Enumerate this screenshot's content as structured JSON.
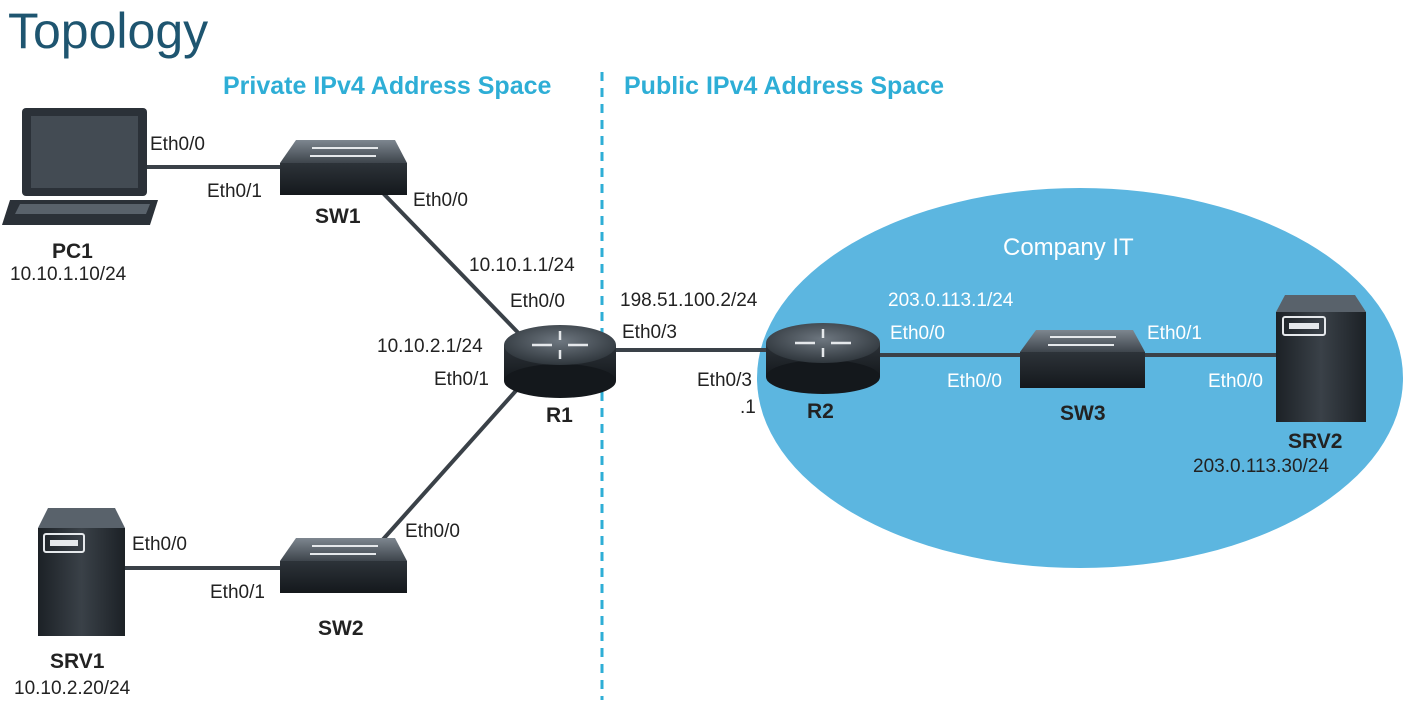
{
  "title": "Topology",
  "regions": {
    "private": "Private IPv4 Address Space",
    "public": "Public IPv4 Address Space"
  },
  "cloud": {
    "label": "Company IT",
    "color": "#5cb6e0"
  },
  "devices": {
    "pc1": {
      "name": "PC1",
      "ip": "10.10.1.10/24"
    },
    "sw1": {
      "name": "SW1"
    },
    "r1": {
      "name": "R1"
    },
    "sw2": {
      "name": "SW2"
    },
    "srv1": {
      "name": "SRV1",
      "ip": "10.10.2.20/24"
    },
    "r2": {
      "name": "R2"
    },
    "sw3": {
      "name": "SW3"
    },
    "srv2": {
      "name": "SRV2",
      "ip": "203.0.113.30/24"
    }
  },
  "labels": {
    "pc1_eth": "Eth0/0",
    "sw1_eth_pc": "Eth0/1",
    "sw1_eth_r1": "Eth0/0",
    "r1_ip_top": "10.10.1.1/24",
    "r1_eth_top": "Eth0/0",
    "r1_ip_left": "10.10.2.1/24",
    "r1_eth_left": "Eth0/1",
    "r1_ip_right": "198.51.100.2/24",
    "r1_eth_right": "Eth0/3",
    "r2_eth_left": "Eth0/3",
    "r2_ip_left": ".1",
    "r2_ip_right": "203.0.113.1/24",
    "r2_eth_right": "Eth0/0",
    "sw3_eth_left": "Eth0/0",
    "sw3_eth_right": "Eth0/1",
    "srv2_eth": "Eth0/0",
    "srv1_eth": "Eth0/0",
    "sw2_eth_srv": "Eth0/1",
    "sw2_eth_r1": "Eth0/0"
  },
  "colors": {
    "title": "#1e5570",
    "region": "#2eaed6",
    "link": "#3a4148",
    "device": "#2b3138"
  }
}
